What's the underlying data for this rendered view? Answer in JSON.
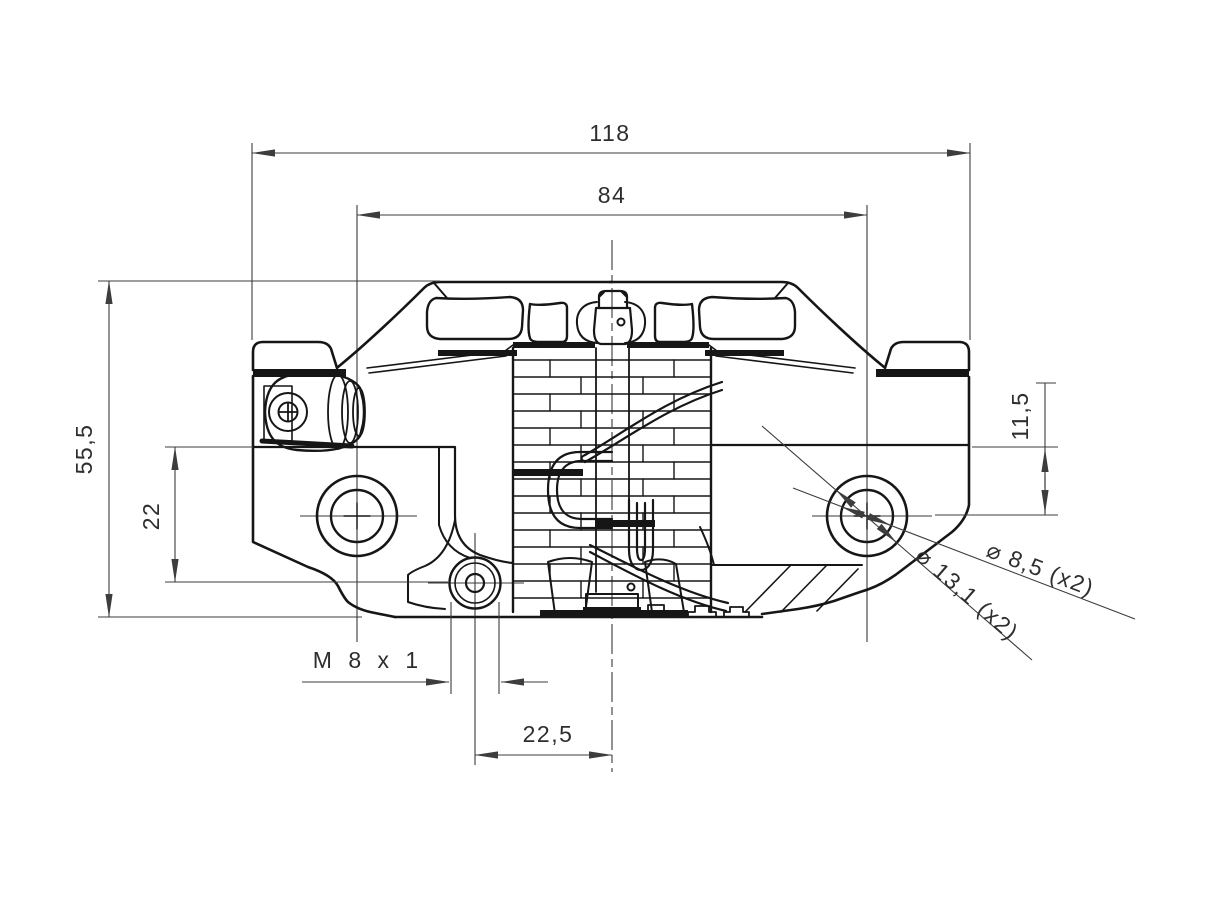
{
  "drawing": {
    "subject": "brake-caliper-front-view",
    "background": "#ffffff",
    "line_color": "#161616",
    "dim_color": "#3d3d3d",
    "dimensions": {
      "overall_width": "118",
      "hole_spacing": "84",
      "overall_height": "55,5",
      "bleed_hole_height": "22",
      "mount_hole_offset": "11,5",
      "thread_spec": "M 8 x 1",
      "bleed_hole_x_offset": "22,5",
      "mount_hole_inner_dia": "⌀ 8,5 (x2)",
      "mount_hole_outer_dia": "⌀ 13,1 (x2)"
    }
  }
}
